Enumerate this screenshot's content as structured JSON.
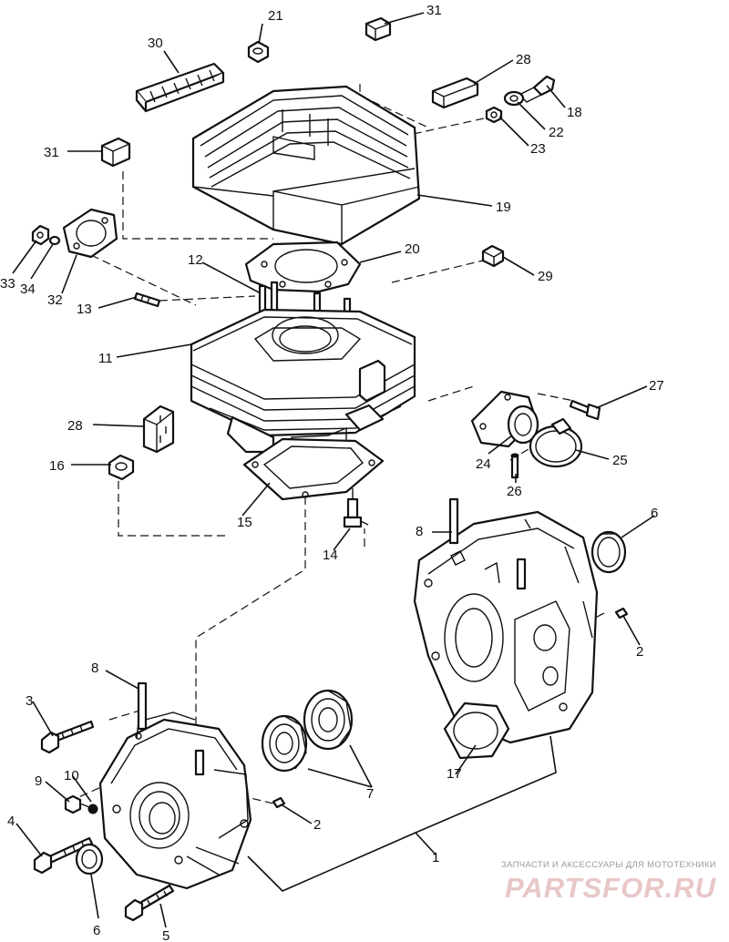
{
  "callouts": [
    {
      "id": "c21",
      "text": "21"
    },
    {
      "id": "c31a",
      "text": "31"
    },
    {
      "id": "c30",
      "text": "30"
    },
    {
      "id": "c28a",
      "text": "28"
    },
    {
      "id": "c18",
      "text": "18"
    },
    {
      "id": "c22",
      "text": "22"
    },
    {
      "id": "c23",
      "text": "23"
    },
    {
      "id": "c31b",
      "text": "31"
    },
    {
      "id": "c19",
      "text": "19"
    },
    {
      "id": "c20",
      "text": "20"
    },
    {
      "id": "c12",
      "text": "12"
    },
    {
      "id": "c29",
      "text": "29"
    },
    {
      "id": "c33",
      "text": "33"
    },
    {
      "id": "c34",
      "text": "34"
    },
    {
      "id": "c32",
      "text": "32"
    },
    {
      "id": "c13",
      "text": "13"
    },
    {
      "id": "c11",
      "text": "11"
    },
    {
      "id": "c27",
      "text": "27"
    },
    {
      "id": "c28b",
      "text": "28"
    },
    {
      "id": "c24",
      "text": "24"
    },
    {
      "id": "c25",
      "text": "25"
    },
    {
      "id": "c16",
      "text": "16"
    },
    {
      "id": "c26",
      "text": "26"
    },
    {
      "id": "c15",
      "text": "15"
    },
    {
      "id": "c6a",
      "text": "6"
    },
    {
      "id": "c8a",
      "text": "8"
    },
    {
      "id": "c14",
      "text": "14"
    },
    {
      "id": "c2a",
      "text": "2"
    },
    {
      "id": "c8b",
      "text": "8"
    },
    {
      "id": "c3",
      "text": "3"
    },
    {
      "id": "c7",
      "text": "7"
    },
    {
      "id": "c17",
      "text": "17"
    },
    {
      "id": "c9",
      "text": "9"
    },
    {
      "id": "c10",
      "text": "10"
    },
    {
      "id": "c2b",
      "text": "2"
    },
    {
      "id": "c4",
      "text": "4"
    },
    {
      "id": "c1",
      "text": "1"
    },
    {
      "id": "c6b",
      "text": "6"
    },
    {
      "id": "c5",
      "text": "5"
    }
  ],
  "watermark": {
    "caption": "ЗАПЧАСТИ И АКСЕССУАРЫ ДЛЯ МОТОТЕХНИКИ",
    "logo": "PARTSFOR.RU"
  }
}
